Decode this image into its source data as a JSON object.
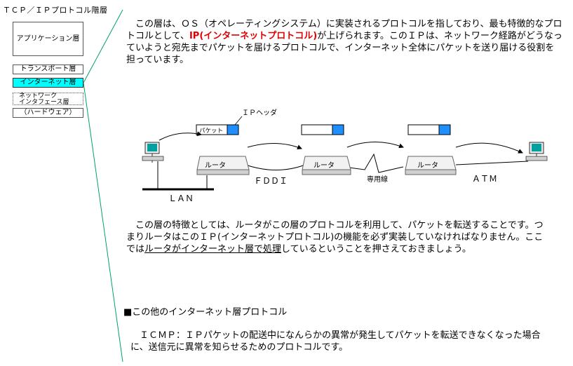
{
  "sidebar": {
    "title": "ＴＣＰ／ＩＰプロトコル階層",
    "layers": [
      {
        "label": "アプリケーション層"
      },
      {
        "label": "トランスポート層"
      },
      {
        "label": "インターネット層"
      },
      {
        "label": "ネットワーク\nインタフェース層"
      },
      {
        "label": "（ハードウェア）"
      }
    ]
  },
  "intro": {
    "before": "　この層は、ＯＳ（オペレーティングシステム）に実装されるプロトコルを指しており、最も特徴的なプロトコルとして、",
    "highlight": "IP(インターネットプロトコル)",
    "after": "が上げられます。このＩＰは、ネットワーク経路がどうなっていようと宛先までパケットを届けるプロトコルで、インターネット全体にパケットを送り届ける役割を担っています。"
  },
  "diagram": {
    "ip_header_label": "ＩＰヘッダ",
    "packet_label": "パケット",
    "router_label": "ルータ",
    "network_labels": {
      "lan": "ＬＡＮ",
      "fddi": "ＦＤＤＩ",
      "leased": "専用線",
      "atm": "ＡＴＭ"
    }
  },
  "feature": {
    "before": "　この層の特徴としては、ルータがこの層のプロトコルを利用して、パケットを転送することです。つまりルータはこのＩＰ(インターネットプロトコル)の機能を必ず実装していなければなりません。ここでは",
    "underline": "ルータがインターネット層で処理",
    "after": "しているということを押さえておきましょう。"
  },
  "other": {
    "heading": "■この他のインターネット層プロトコル",
    "icmp": "　ＩＣＭＰ：ＩＰパケットの配送中になんらかの異常が発生してパケットを転送できなくなった場合に、送信元に異常を知らせるためのプロトコルです。"
  },
  "colors": {
    "active_layer": "#00ffff",
    "highlight": "#e00000",
    "connector": "#00a070",
    "header_fill": "#1f8fff"
  }
}
